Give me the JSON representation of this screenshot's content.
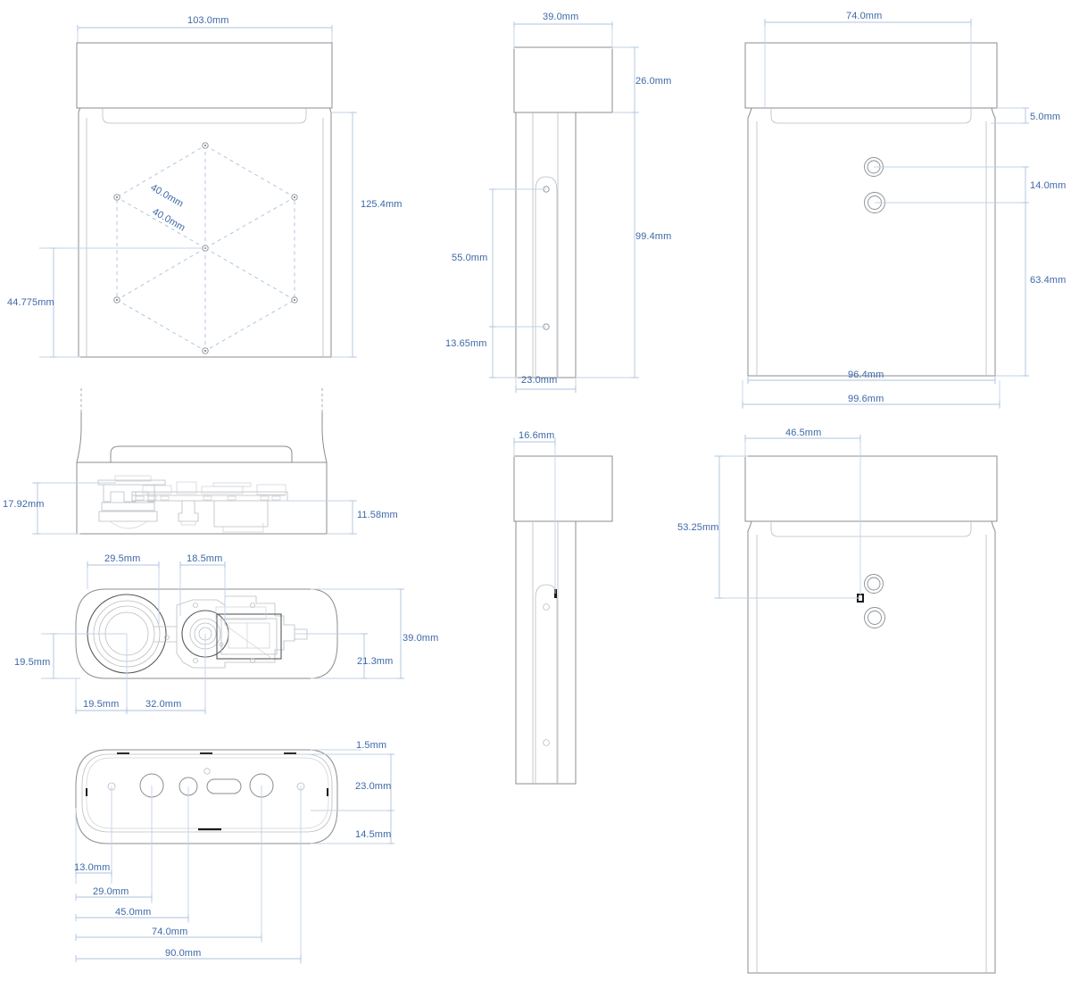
{
  "document": {
    "type": "mechanical-drawing",
    "units": "mm",
    "title": "",
    "background_color": "#ffffff",
    "dimension_text_color": "#3d68a8",
    "dimension_line_color": "#aec3de",
    "outline_color": "#8c8c8c"
  },
  "views": {
    "front_top_left": {
      "name": "front-view",
      "dimensions": {
        "width_overall": "103.0mm",
        "height_overall": "125.4mm",
        "height_lower": "44.775mm",
        "hex_pitch_a": "40.0mm",
        "hex_pitch_b": "40.0mm"
      }
    },
    "side_top_middle": {
      "name": "side-view",
      "dimensions": {
        "cap_width": "39.0mm",
        "cap_height": "26.0mm",
        "body_height": "99.4mm",
        "slot_upper": "55.0mm",
        "slot_lower": "13.65mm",
        "stem_width": "23.0mm"
      }
    },
    "rear_top_right": {
      "name": "rear-view",
      "dimensions": {
        "inner_width": "74.0mm",
        "lip_height": "5.0mm",
        "port_spacing": "14.0mm",
        "port_to_base": "63.4mm",
        "body_width_inner": "96.4mm",
        "body_width_outer": "99.6mm"
      }
    },
    "section_row2_left": {
      "name": "section-view",
      "dimensions": {
        "height_left": "17.92mm",
        "height_right": "11.58mm"
      }
    },
    "side_row2_middle": {
      "name": "side-view-detail",
      "dimensions": {
        "offset_from_edge": "16.6mm"
      }
    },
    "rear_row2_right": {
      "name": "rear-view-detail",
      "dimensions": {
        "offset_horizontal": "46.5mm",
        "offset_vertical": "53.25mm"
      }
    },
    "internal_row3_left": {
      "name": "internal-top-view",
      "dimensions": {
        "lens_to_mid": "29.5mm",
        "sensor_width": "18.5mm",
        "overall_depth": "39.0mm",
        "module_depth": "21.3mm",
        "lens_center_y": "19.5mm",
        "lens_center_x": "19.5mm",
        "sensor_center_x": "32.0mm"
      }
    },
    "face_row4_left": {
      "name": "face-view",
      "dimensions": {
        "top_edge": "1.5mm",
        "face_height": "23.0mm",
        "lower_height": "14.5mm",
        "hole_1_x": "13.0mm",
        "hole_2_x": "29.0mm",
        "hole_3_x": "45.0mm",
        "hole_4_x": "74.0mm",
        "overall_width": "90.0mm"
      }
    }
  },
  "labels": {
    "d_103": "103.0mm",
    "d_125_4": "125.4mm",
    "d_44_775": "44.775mm",
    "d_40a": "40.0mm",
    "d_40b": "40.0mm",
    "d_39_cap": "39.0mm",
    "d_26": "26.0mm",
    "d_99_4": "99.4mm",
    "d_55": "55.0mm",
    "d_13_65": "13.65mm",
    "d_23_stem": "23.0mm",
    "d_74_top": "74.0mm",
    "d_5": "5.0mm",
    "d_14": "14.0mm",
    "d_63_4": "63.4mm",
    "d_96_4": "96.4mm",
    "d_99_6": "99.6mm",
    "d_17_92": "17.92mm",
    "d_11_58": "11.58mm",
    "d_16_6": "16.6mm",
    "d_46_5": "46.5mm",
    "d_53_25": "53.25mm",
    "d_29_5": "29.5mm",
    "d_18_5": "18.5mm",
    "d_39_depth": "39.0mm",
    "d_21_3": "21.3mm",
    "d_19_5_v": "19.5mm",
    "d_19_5_h": "19.5mm",
    "d_32": "32.0mm",
    "d_1_5": "1.5mm",
    "d_23_face": "23.0mm",
    "d_14_5": "14.5mm",
    "d_13": "13.0mm",
    "d_29": "29.0mm",
    "d_45": "45.0mm",
    "d_74_face": "74.0mm",
    "d_90": "90.0mm"
  }
}
